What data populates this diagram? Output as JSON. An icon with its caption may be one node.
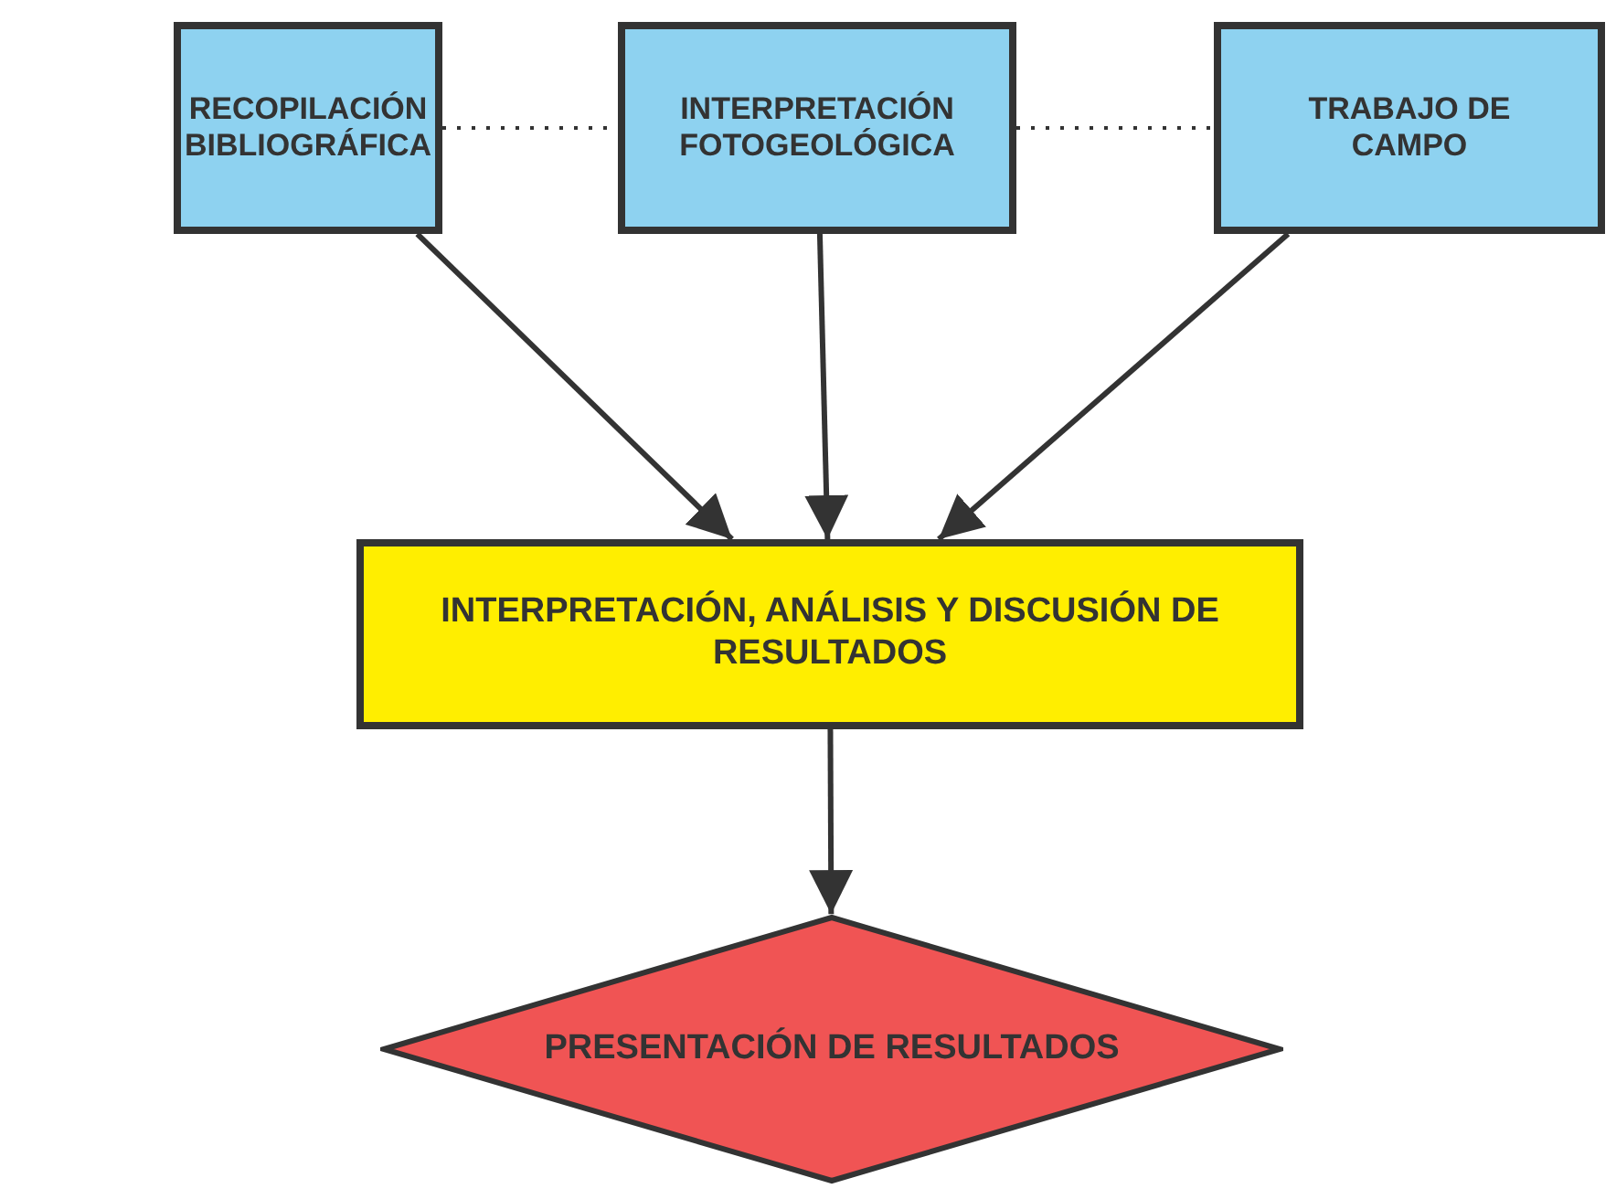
{
  "diagram": {
    "nodes": [
      {
        "text": [
          "RECOPILACIÓN BIBLIOGRÁFICA"
        ]
      },
      {
        "text": [
          "INTERPRETACIÓN FOTOGEOLÓGICA"
        ]
      },
      {
        "text": [
          "TRABAJO DE CAMPO"
        ]
      },
      {
        "text": [
          "INTERPRETACIÓN, ANÁLISIS Y DISCUSIÓN DE RESULTADOS"
        ]
      },
      {
        "text": [
          "PRESENTACIÓN DE RESULTADOS"
        ]
      }
    ],
    "edges": [
      {
        "from": 0,
        "to": 1,
        "arrow": "none",
        "style": "dashed"
      },
      {
        "from": 1,
        "to": 2,
        "arrow": "none",
        "style": "dashed"
      },
      {
        "from": 0,
        "to": 3,
        "arrow": "to"
      },
      {
        "from": 1,
        "to": 3,
        "arrow": "to"
      },
      {
        "from": 2,
        "to": 3,
        "arrow": "to"
      },
      {
        "from": 3,
        "to": 4,
        "arrow": "to"
      }
    ]
  }
}
